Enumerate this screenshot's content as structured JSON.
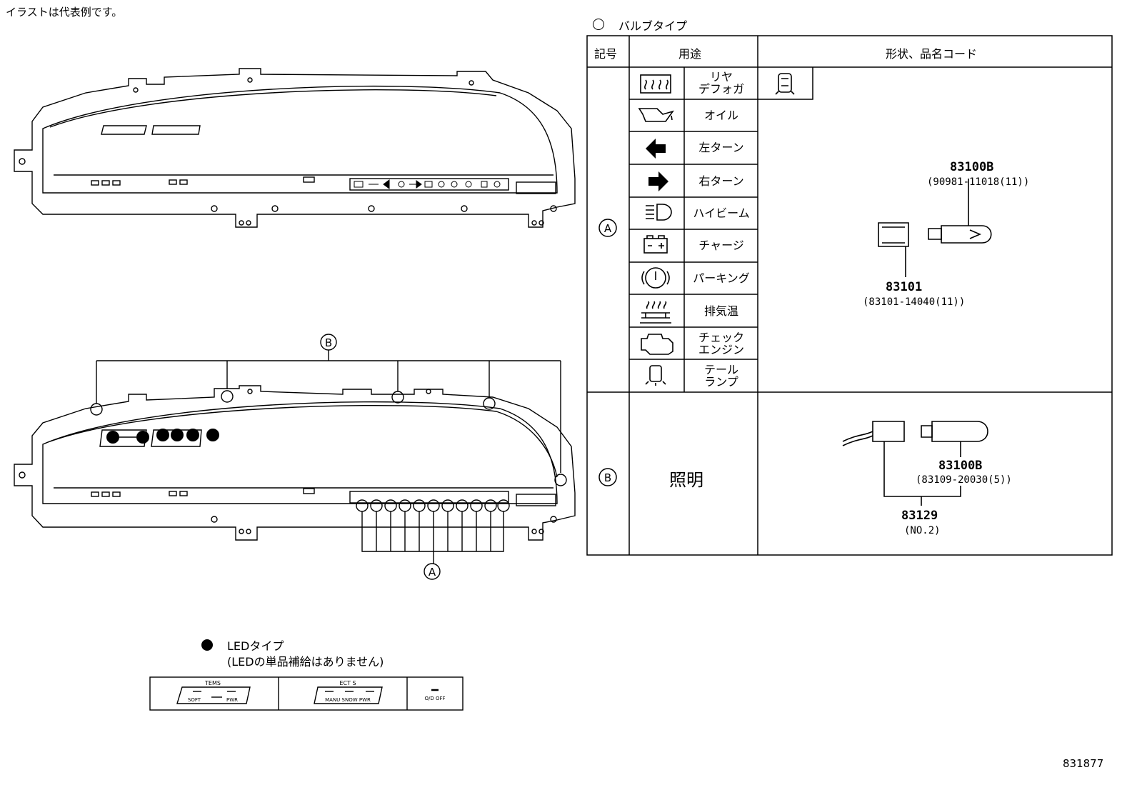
{
  "note": "イラストは代表例です。",
  "diagram_number": "831877",
  "legend_bulb": {
    "label": "バルブタイプ"
  },
  "legend_led": {
    "label": "LEDタイプ",
    "sublabel": "(LEDの単品補給はありません)"
  },
  "callouts": {
    "a": "A",
    "b": "B"
  },
  "table": {
    "headers": {
      "symbol": "記号",
      "usage": "用途",
      "shape": "形状、品名コード"
    },
    "group_a": {
      "symbol": "A",
      "rows": [
        {
          "icon": "rear-defogger-icon",
          "label_lines": [
            "リヤ",
            "デフォガ"
          ]
        },
        {
          "icon": "oil-icon",
          "label_lines": [
            "オイル"
          ]
        },
        {
          "icon": "left-turn-icon",
          "label_lines": [
            "左ターン"
          ]
        },
        {
          "icon": "right-turn-icon",
          "label_lines": [
            "右ターン"
          ]
        },
        {
          "icon": "high-beam-icon",
          "label_lines": [
            "ハイビーム"
          ]
        },
        {
          "icon": "charge-icon",
          "label_lines": [
            "チャージ"
          ]
        },
        {
          "icon": "parking-brake-icon",
          "label_lines": [
            "パーキング"
          ]
        },
        {
          "icon": "exhaust-temp-icon",
          "label_lines": [
            "排気温"
          ]
        },
        {
          "icon": "check-engine-icon",
          "label_lines": [
            "チェック",
            "エンジン"
          ]
        },
        {
          "icon": "tail-lamp-icon",
          "label_lines": [
            "テール",
            "ランプ"
          ]
        }
      ],
      "parts": [
        {
          "code": "83100B",
          "sub": "(90981-11018(11))"
        },
        {
          "code": "83101",
          "sub": "(83101-14040(11))"
        }
      ]
    },
    "group_b": {
      "symbol": "B",
      "usage": "照明",
      "parts": [
        {
          "code": "83100B",
          "sub": "(83109-20030(5))"
        },
        {
          "code": "83129",
          "sub": "(NO.2)"
        }
      ]
    }
  },
  "panel_labels": {
    "temp": "TEMS",
    "soft": "SOFT",
    "pwr": "PWR",
    "ect": "ECT S",
    "modes": "MANU SNOW PWR",
    "overdrive": "O/D OFF"
  }
}
